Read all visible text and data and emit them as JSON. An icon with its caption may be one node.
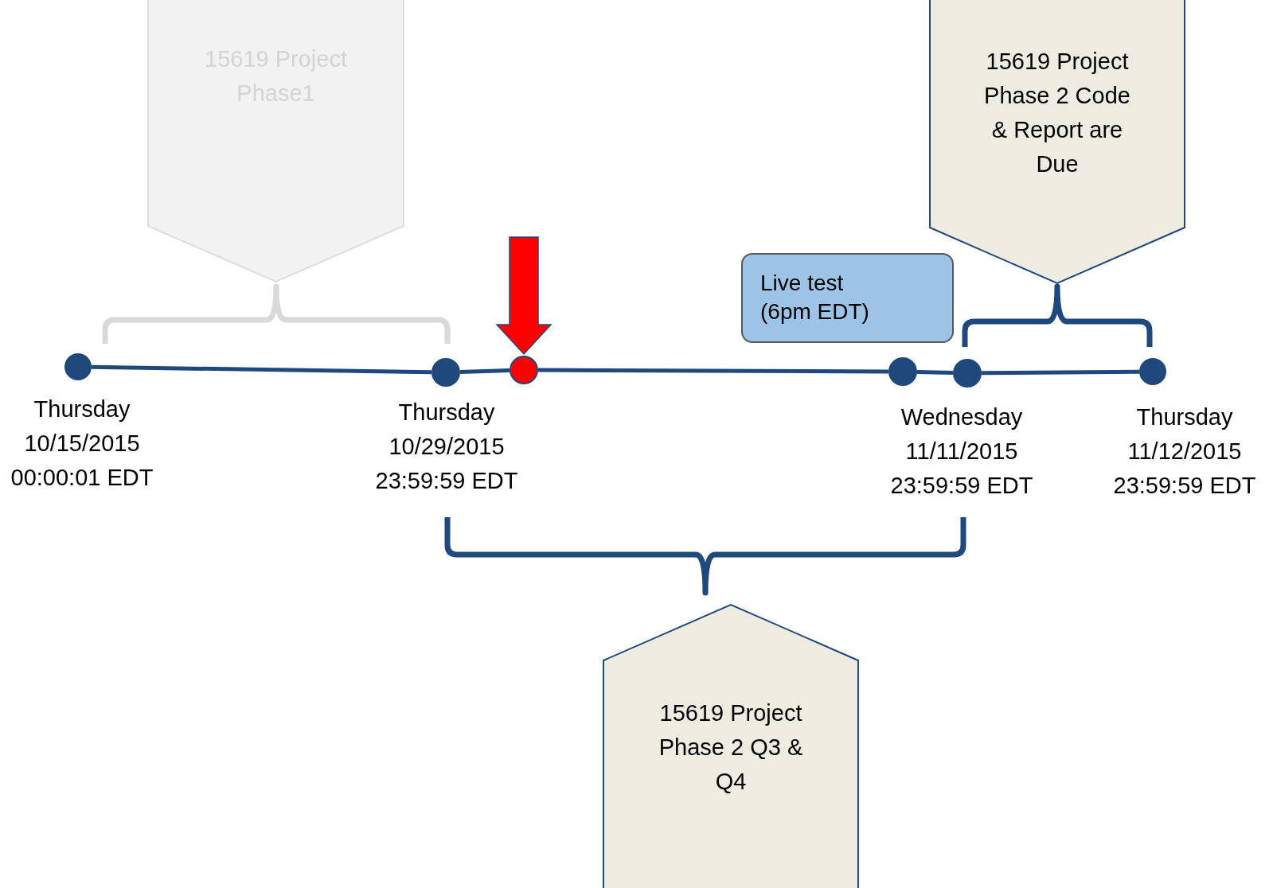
{
  "diagram": {
    "nodes": [
      {
        "text": [
          "15619 Project Phase1"
        ]
      },
      {
        "text": [
          "15619 Project Phase 2 Code & Report are Due"
        ]
      },
      {
        "text": [
          "Live test (6pm EDT)"
        ]
      },
      {
        "text": [],
        "shape": "circle",
        "beside": [
          "Thursday 10/15/2015 00:00:01 EDT"
        ]
      },
      {
        "text": [],
        "shape": "circle",
        "beside": [
          "Thursday 10/29/2015 23:59:59 EDT"
        ]
      },
      {
        "text": [],
        "shape": "circle"
      },
      {
        "text": [],
        "shape": "circle"
      },
      {
        "text": [],
        "shape": "circle",
        "beside": [
          "Wednesday 11/11/2015 23:59:59 EDT"
        ]
      },
      {
        "text": [],
        "shape": "circle",
        "beside": [
          "Thursday 11/12/2015 23:59:59 EDT"
        ]
      },
      {
        "text": [
          "15619 Project Phase 2 Q3 & Q4"
        ]
      }
    ],
    "edges": [
      {
        "from": 3,
        "to": 4,
        "arrow": "none"
      },
      {
        "from": 4,
        "to": 5,
        "arrow": "none"
      },
      {
        "from": 5,
        "to": 6,
        "arrow": "none"
      },
      {
        "from": 6,
        "to": 7,
        "arrow": "none"
      },
      {
        "from": 7,
        "to": 8,
        "arrow": "none"
      },
      {
        "from": null,
        "to": 5,
        "arrow": "to",
        "style": "thick",
        "color": "#ff0000"
      }
    ]
  }
}
